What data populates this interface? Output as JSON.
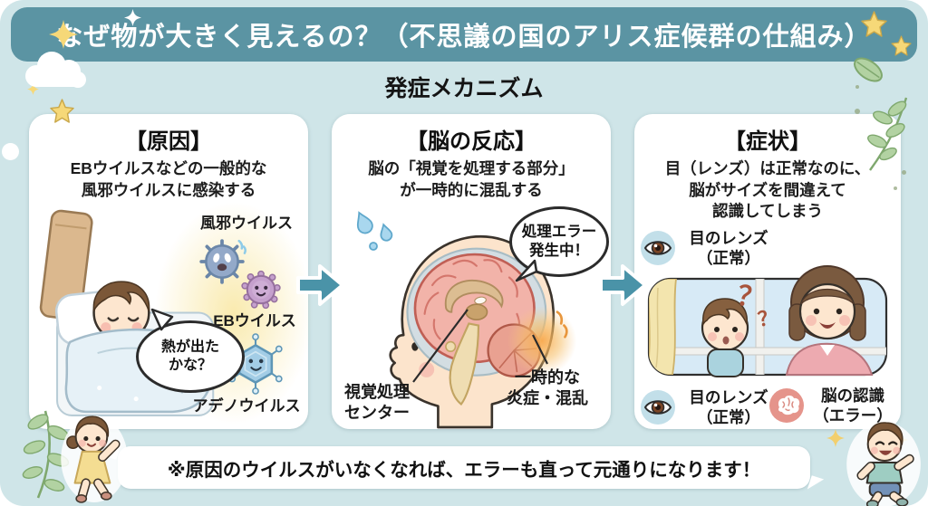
{
  "header": {
    "title": "なぜ物が大きく見えるの？（不思議の国のアリス症候群の仕組み）"
  },
  "subtitle": "発症メカニズム",
  "panels": {
    "cause": {
      "title": "【原因】",
      "desc": "EBウイルスなどの一般的な\n風邪ウイルスに感染する",
      "virus_cold": "風邪ウイルス",
      "virus_eb": "EBウイルス",
      "virus_adeno": "アデノウイルス",
      "speech": "熱が出た\nかな？"
    },
    "brain": {
      "title": "【脳の反応】",
      "desc": "脳の「視覚を処理する部分」\nが一時的に混乱する",
      "bubble": "処理エラー\n発生中！",
      "label_visual": "視覚処理\nセンター",
      "label_inflammation": "一時的な\n炎症・混乱"
    },
    "symptom": {
      "title": "【症状】",
      "desc": "目（レンズ）は正常なのに、\n脳がサイズを間違えて\n認識してしまう",
      "label_lens_top": "目のレンズ\n（正常）",
      "label_lens_bottom": "目のレンズ\n（正常）",
      "label_brain": "脳の認識\n（エラー）",
      "qmark": "？"
    }
  },
  "footer": {
    "note": "※原因のウイルスがいなくなれば、エラーも直って元通りになります！"
  },
  "colors": {
    "banner": "#5b94a3",
    "background": "#cfe5e8",
    "panel": "#ffffff",
    "arrow": "#4a93a8",
    "glow": "#f9e9aa",
    "star": "#f6d878",
    "leaf": "#b2d2a2"
  }
}
